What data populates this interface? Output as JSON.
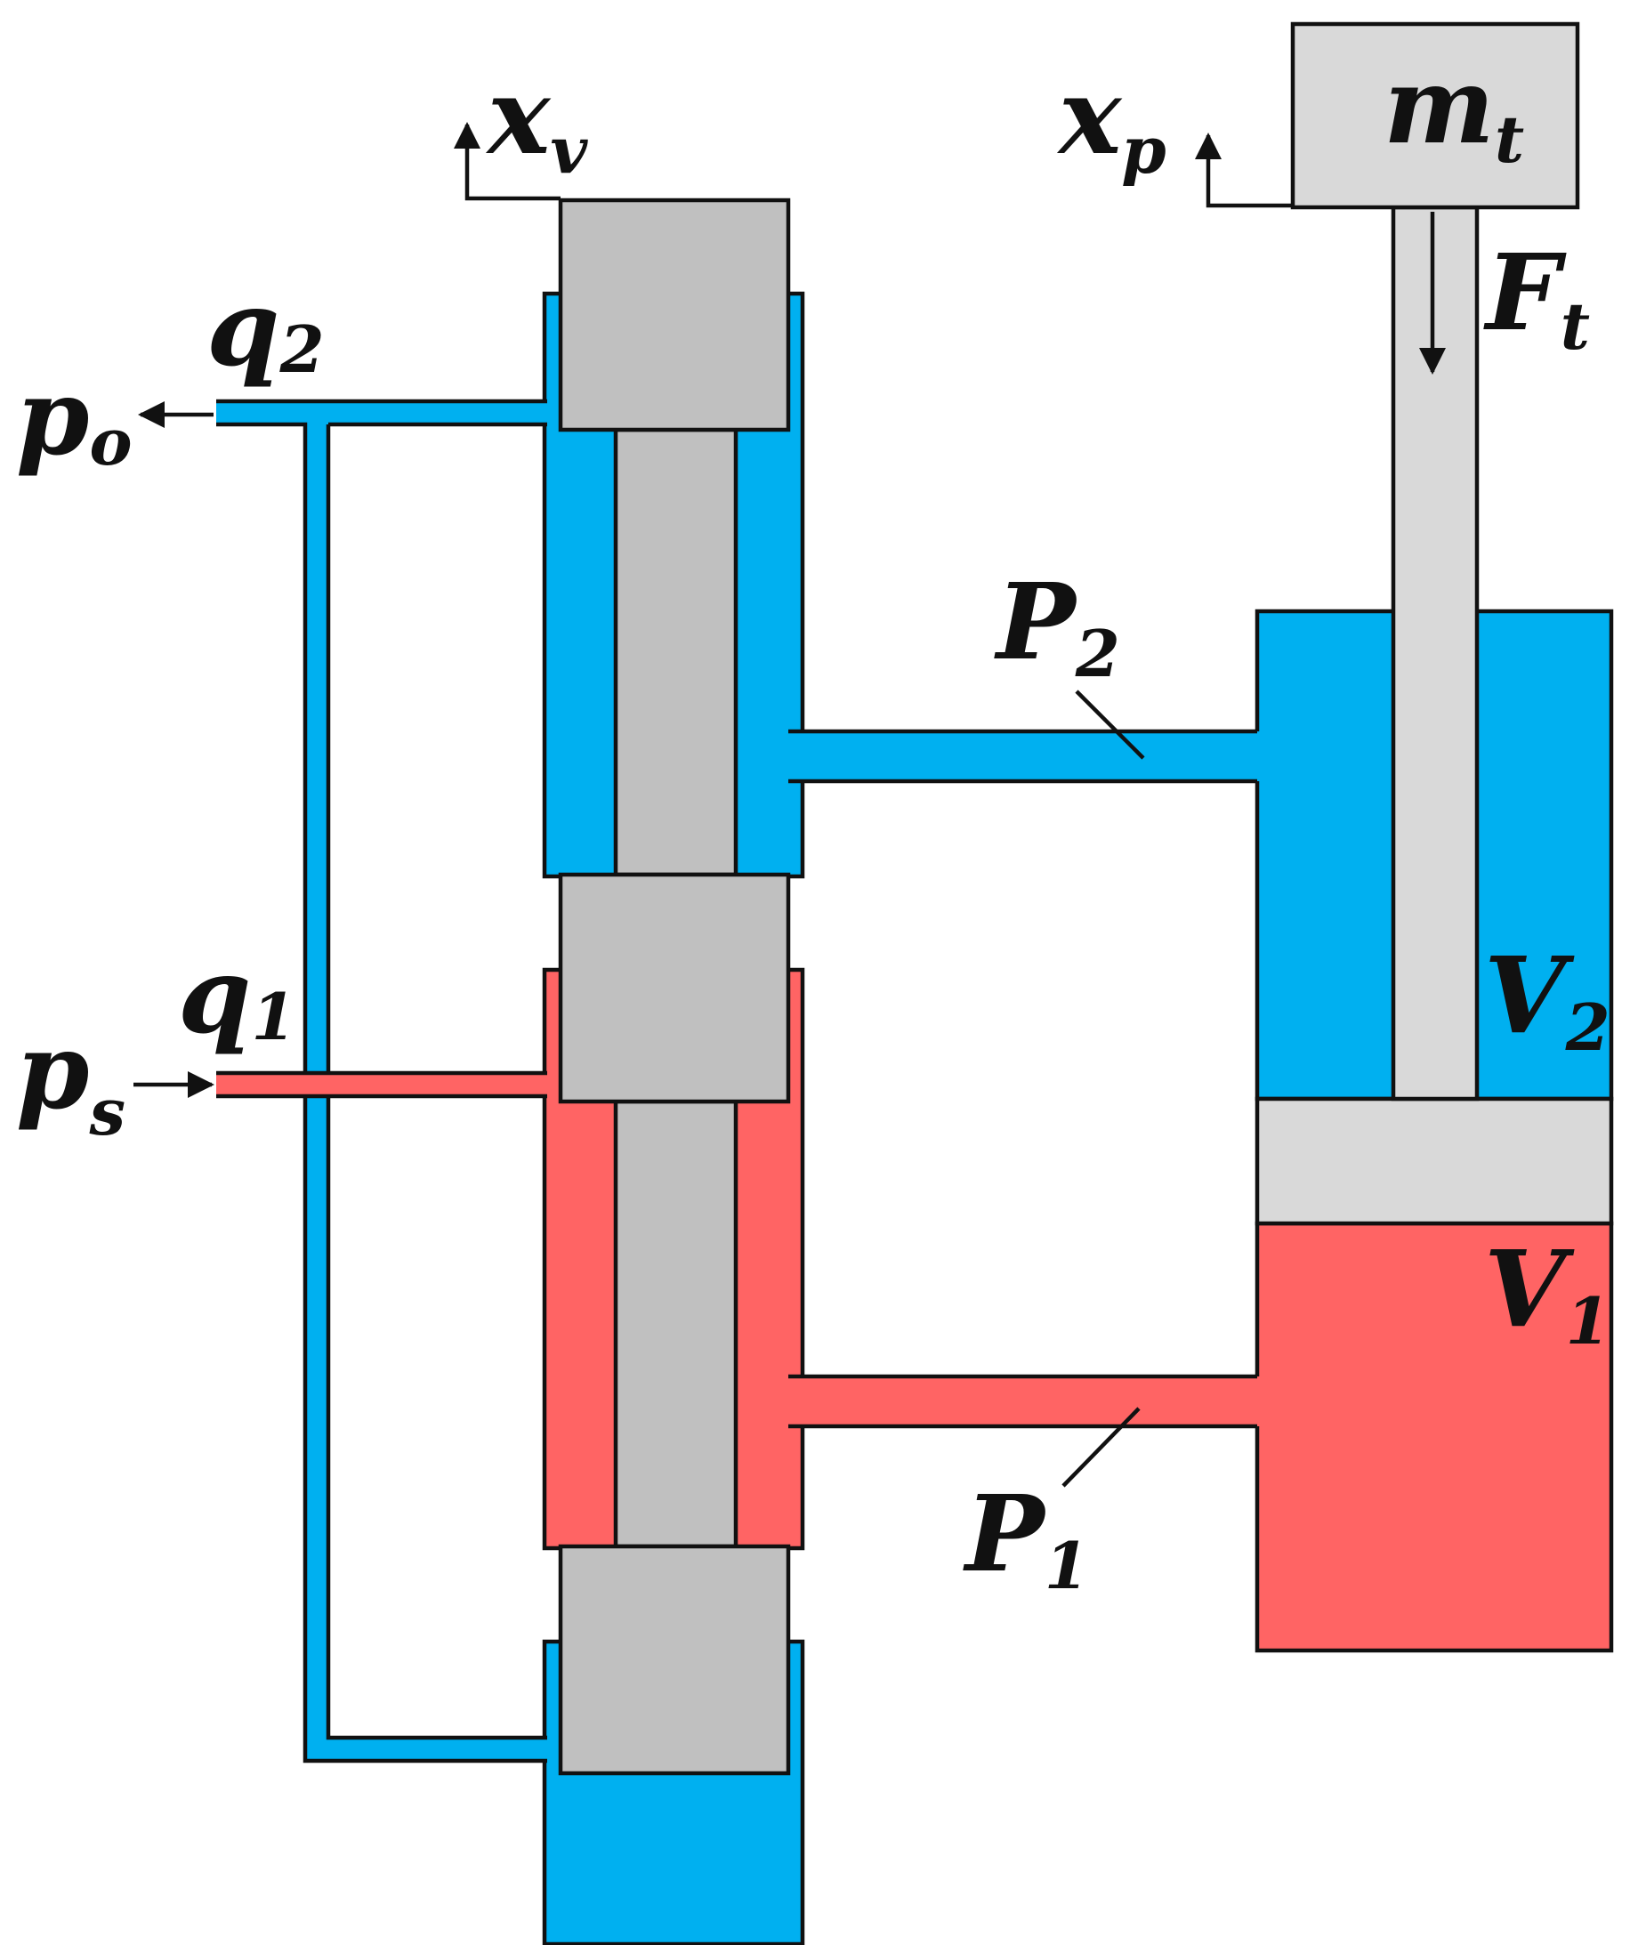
{
  "colors": {
    "low_pressure": "#00B0F0",
    "high_pressure": "#FF6464",
    "spool": "#C0C0C0",
    "mass": "#D9D9D9",
    "outline": "#111111"
  },
  "labels": {
    "xv": {
      "main": "x",
      "sub": "v"
    },
    "xp": {
      "main": "x",
      "sub": "p"
    },
    "mt": {
      "main": "m",
      "sub": "t"
    },
    "Ft": {
      "main": "F",
      "sub": "t"
    },
    "q2": {
      "main": "q",
      "sub": "2"
    },
    "q1": {
      "main": "q",
      "sub": "1"
    },
    "po": {
      "main": "p",
      "sub": "o"
    },
    "ps": {
      "main": "p",
      "sub": "s"
    },
    "P2": {
      "main": "P",
      "sub": "2"
    },
    "P1": {
      "main": "P",
      "sub": "1"
    },
    "V2": {
      "main": "V",
      "sub": "2"
    },
    "V1": {
      "main": "V",
      "sub": "1"
    }
  }
}
